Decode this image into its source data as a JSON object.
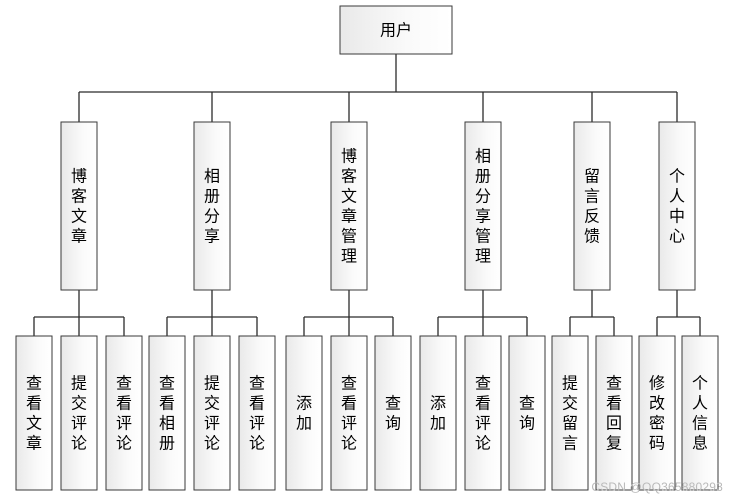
{
  "diagram": {
    "root": {
      "id": "user",
      "label": "用户"
    },
    "level1": [
      {
        "id": "blog-article",
        "label": "博客文章"
      },
      {
        "id": "album-share",
        "label": "相册分享"
      },
      {
        "id": "blog-article-manage",
        "label": "博客文章管理"
      },
      {
        "id": "album-share-manage",
        "label": "相册分享管理"
      },
      {
        "id": "message-feedback",
        "label": "留言反馈"
      },
      {
        "id": "personal-center",
        "label": "个人中心"
      }
    ],
    "level2": [
      {
        "id": "view-article",
        "parent": "blog-article",
        "label": "查看文章"
      },
      {
        "id": "submit-comment-1",
        "parent": "blog-article",
        "label": "提交评论"
      },
      {
        "id": "view-comment-1",
        "parent": "blog-article",
        "label": "查看评论"
      },
      {
        "id": "view-album",
        "parent": "album-share",
        "label": "查看相册"
      },
      {
        "id": "submit-comment-2",
        "parent": "album-share",
        "label": "提交评论"
      },
      {
        "id": "view-comment-2",
        "parent": "album-share",
        "label": "查看评论"
      },
      {
        "id": "add-1",
        "parent": "blog-article-manage",
        "label": "添加"
      },
      {
        "id": "view-comment-3",
        "parent": "blog-article-manage",
        "label": "查看评论"
      },
      {
        "id": "query-1",
        "parent": "blog-article-manage",
        "label": "查询"
      },
      {
        "id": "add-2",
        "parent": "album-share-manage",
        "label": "添加"
      },
      {
        "id": "view-comment-4",
        "parent": "album-share-manage",
        "label": "查看评论"
      },
      {
        "id": "query-2",
        "parent": "album-share-manage",
        "label": "查询"
      },
      {
        "id": "submit-message",
        "parent": "message-feedback",
        "label": "提交留言"
      },
      {
        "id": "view-reply",
        "parent": "message-feedback",
        "label": "查看回复"
      },
      {
        "id": "change-password",
        "parent": "personal-center",
        "label": "修改密码"
      },
      {
        "id": "personal-info",
        "parent": "personal-center",
        "label": "个人信息"
      }
    ]
  },
  "watermark": "CSDN @QQ365880293"
}
